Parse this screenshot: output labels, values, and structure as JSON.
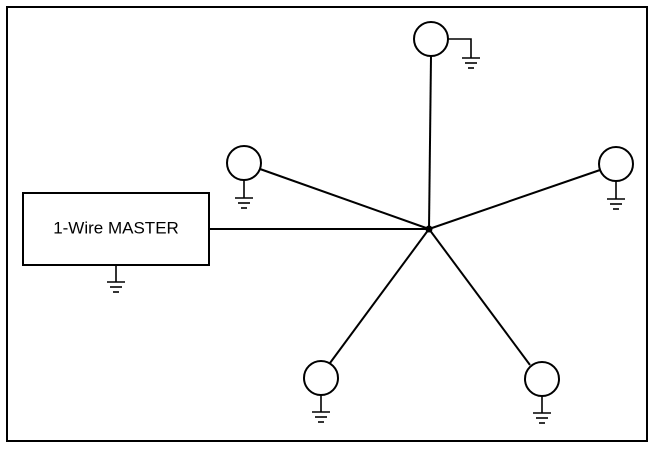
{
  "diagram": {
    "type": "1-Wire star network",
    "master_label": "1-Wire MASTER",
    "slave_count": 5,
    "colors": {
      "line": "#000000",
      "background": "#ffffff"
    },
    "icons": [
      "ground-icon",
      "slave-device-icon",
      "junction-dot-icon"
    ]
  }
}
